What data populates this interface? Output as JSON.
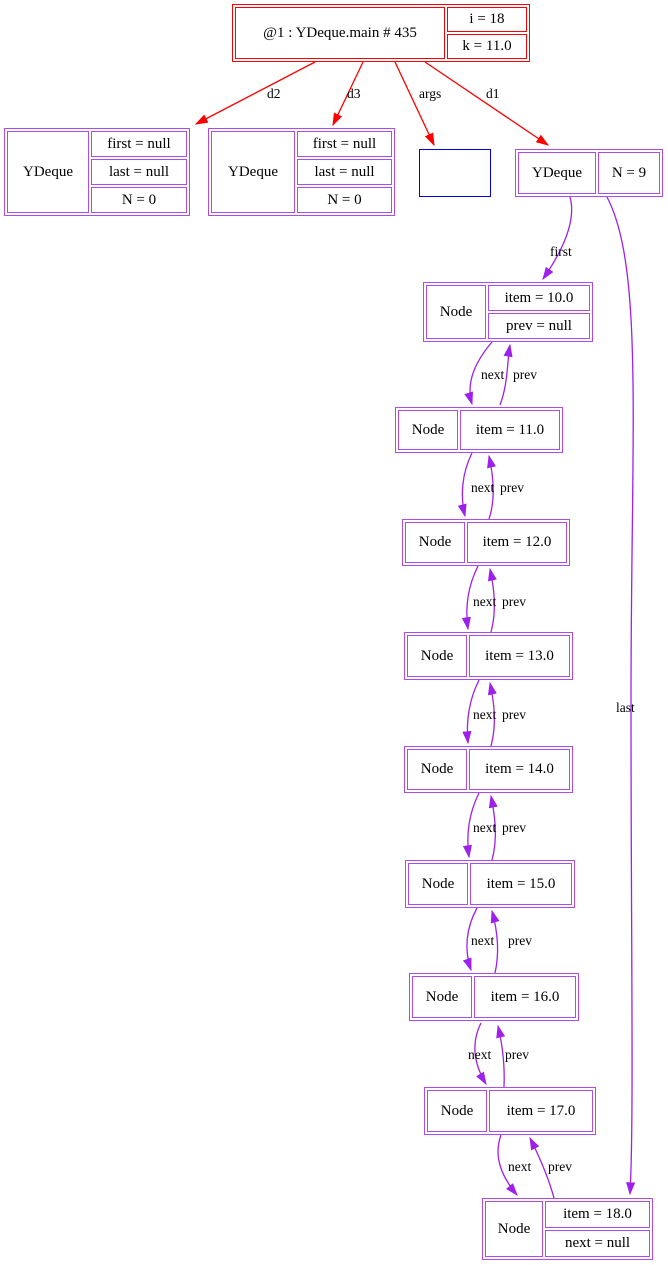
{
  "colors": {
    "frame_border": "#ff0000",
    "object_border": "#ad4ce8",
    "edge_purple": "#9d21ea",
    "args_border": "#0000dd",
    "text_color": "#000000",
    "background": "#ffffff"
  },
  "frame": {
    "title": "@1 : YDeque.main # 435",
    "vars": [
      "i = 18",
      "k = 11.0"
    ]
  },
  "deques": {
    "d2": {
      "type": "YDeque",
      "fields": [
        "first = null",
        "last = null",
        "N = 0"
      ]
    },
    "d3": {
      "type": "YDeque",
      "fields": [
        "first = null",
        "last = null",
        "N = 0"
      ]
    },
    "d1": {
      "type": "YDeque",
      "fields": [
        "N = 9"
      ]
    }
  },
  "args_box": {
    "note": ""
  },
  "nodes": [
    {
      "type": "Node",
      "fields": [
        "item = 10.0",
        "prev = null"
      ]
    },
    {
      "type": "Node",
      "fields": [
        "item = 11.0"
      ]
    },
    {
      "type": "Node",
      "fields": [
        "item = 12.0"
      ]
    },
    {
      "type": "Node",
      "fields": [
        "item = 13.0"
      ]
    },
    {
      "type": "Node",
      "fields": [
        "item = 14.0"
      ]
    },
    {
      "type": "Node",
      "fields": [
        "item = 15.0"
      ]
    },
    {
      "type": "Node",
      "fields": [
        "item = 16.0"
      ]
    },
    {
      "type": "Node",
      "fields": [
        "item = 17.0"
      ]
    },
    {
      "type": "Node",
      "fields": [
        "item = 18.0",
        "next = null"
      ]
    }
  ],
  "edge_labels": {
    "d2": "d2",
    "d3": "d3",
    "args": "args",
    "d1": "d1",
    "first": "first",
    "last": "last",
    "next": "next",
    "prev": "prev"
  }
}
